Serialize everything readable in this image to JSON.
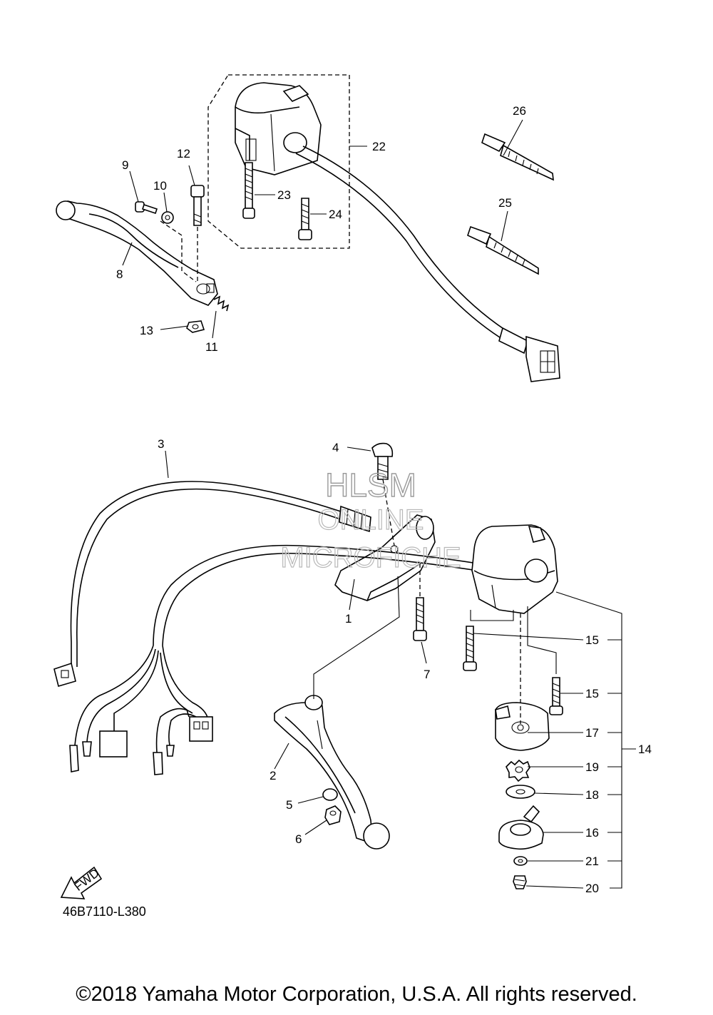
{
  "diagram": {
    "watermark": {
      "line1": "HLSM",
      "line2": "ONLINE",
      "line3": "MICROFICHE"
    },
    "fwd_label": "FWD",
    "drawing_code": "46B7110-L380",
    "copyright": "©2018 Yamaha Motor Corporation, U.S.A. All rights reserved.",
    "callouts": {
      "c1": "1",
      "c2": "2",
      "c3": "3",
      "c4": "4",
      "c5": "5",
      "c6": "6",
      "c7": "7",
      "c8": "8",
      "c9": "9",
      "c10": "10",
      "c11": "11",
      "c12": "12",
      "c13": "13",
      "c14": "14",
      "c15a": "15",
      "c15b": "15",
      "c16": "16",
      "c17": "17",
      "c18": "18",
      "c19": "19",
      "c20": "20",
      "c21": "21",
      "c22": "22",
      "c23": "23",
      "c24": "24",
      "c25": "25",
      "c26": "26"
    }
  }
}
